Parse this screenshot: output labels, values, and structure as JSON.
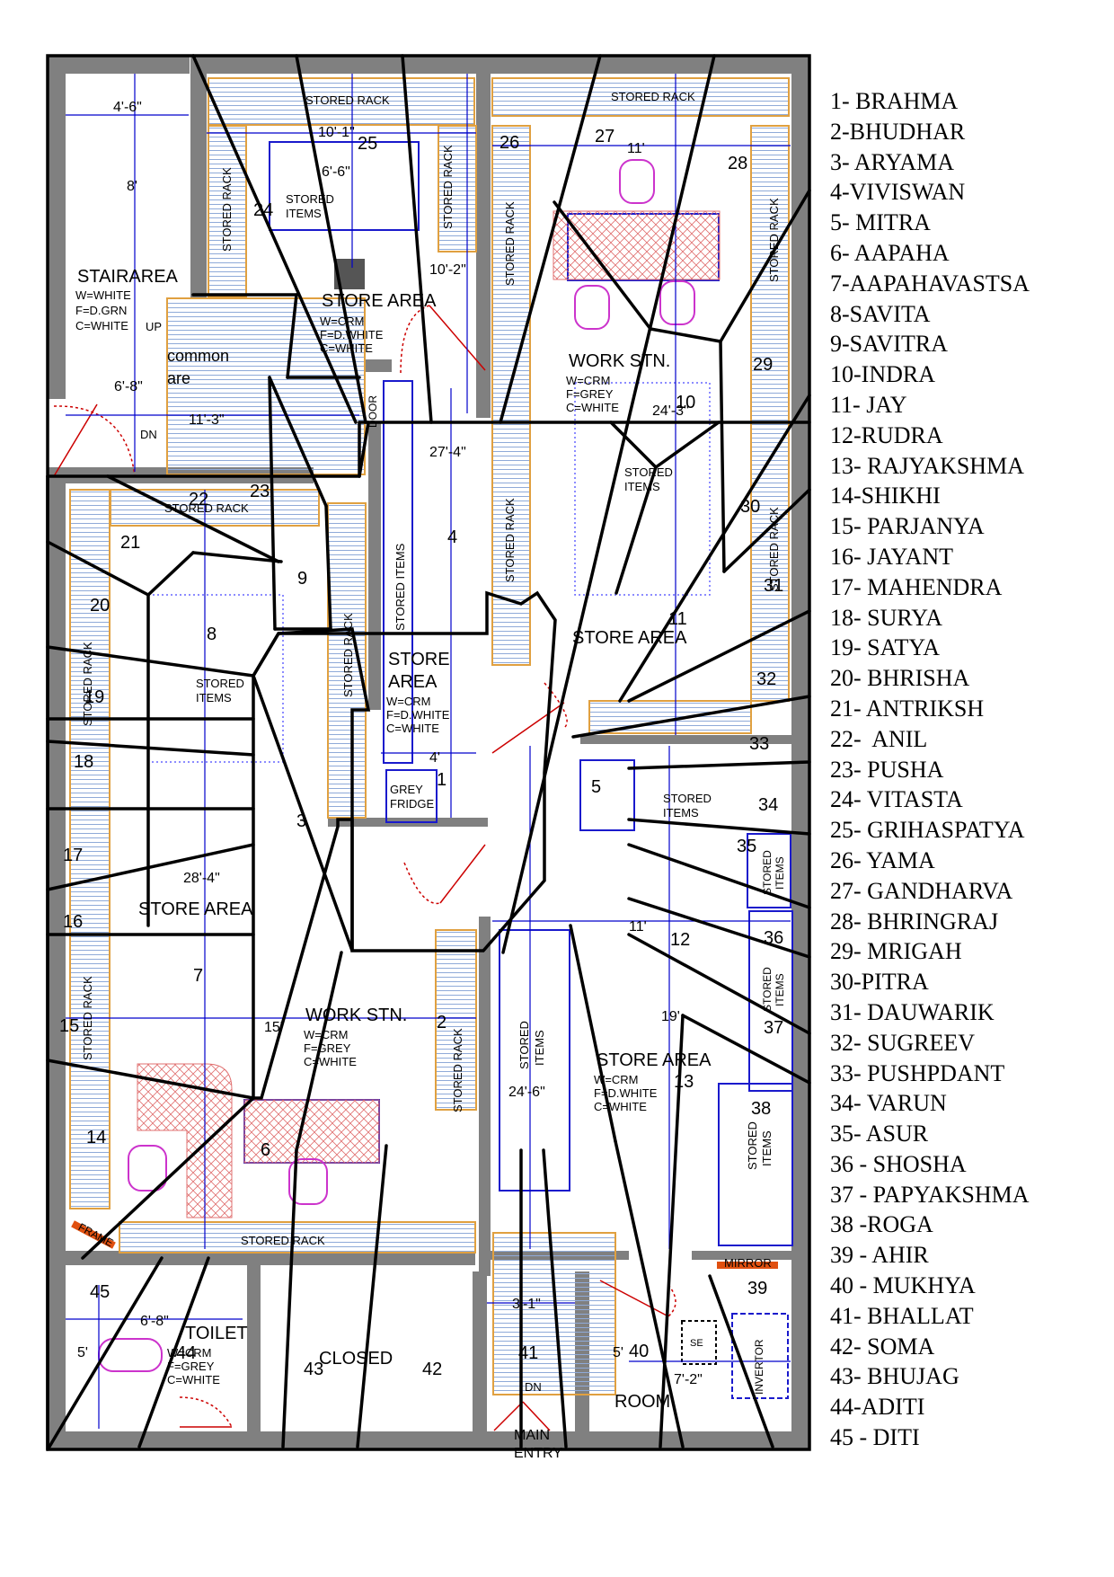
{
  "rooms": {
    "stair_area": "STAIRAREA",
    "stair_finish": [
      "W=WHITE",
      "F=D.GRN",
      "C=WHITE"
    ],
    "common_area": [
      "common",
      "are"
    ],
    "up": "UP",
    "dn": "DN",
    "store_area": "STORE AREA",
    "store_area_split": [
      "STORE",
      "AREA"
    ],
    "work_stn": "WORK STN.",
    "finish_crm_dwhite": [
      "W=CRM",
      "F=D.WHITE",
      "C=WHITE"
    ],
    "finish_crm_grey": [
      "W=CRM",
      "F=GREY",
      "C=WHITE"
    ],
    "stored_rack": "STORED RACK",
    "stored_items": "STORED ITEMS",
    "stored_items_split": [
      "STORED",
      "ITEMS"
    ],
    "grey_fridge": [
      "GREY",
      "FRIDGE"
    ],
    "toilet": "TOILET",
    "closed": "CLOSED",
    "room": "ROOM",
    "main_entry": [
      "MAIN",
      "ENTRY"
    ],
    "frame": "FRAME",
    "mirror": "MIRROR",
    "door": "DOOR",
    "se": "SE",
    "invertor": "INVERTOR"
  },
  "dimensions": {
    "stair_w": "4'-6\"",
    "stair_h": "8'",
    "store_top_w": "10'-1\"",
    "store_box_w": "6'-6\"",
    "store_top_h": "10'-2\"",
    "common_w": "11'-3\"",
    "common_h": "6'-8\"",
    "work_top_w": "11'",
    "work_top_h": "24'-3\"",
    "corridor_h": "27'-4\"",
    "corridor_w": "4'",
    "left_h": "28'-4\"",
    "work_bottom_w": "15'",
    "mid_w": "11'",
    "mid_h": "19'",
    "mid_items_h": "24'-6\"",
    "toilet_w": "6'-8\"",
    "toilet_h": "5'",
    "stair2_w": "3'-1\"",
    "room_w": "7'-2\"",
    "room_h": "5'"
  },
  "zone_numbers": [
    "1",
    "2",
    "3",
    "4",
    "5",
    "6",
    "7",
    "8",
    "9",
    "10",
    "11",
    "12",
    "13",
    "14",
    "15",
    "16",
    "17",
    "18",
    "19",
    "20",
    "21",
    "22",
    "23",
    "24",
    "25",
    "26",
    "27",
    "28",
    "29",
    "30",
    "31",
    "32",
    "33",
    "34",
    "35",
    "36",
    "37",
    "38",
    "39",
    "40",
    "41",
    "42",
    "43",
    "44",
    "45"
  ],
  "legend": [
    "1- BRAHMA",
    "2-BHUDHAR",
    "3- ARYAMA",
    "4-VIVISWAN",
    "5- MITRA",
    "6- AAPAHA",
    "7-AAPAHAVASTSA",
    "8-SAVITA",
    "9-SAVITRA",
    "10-INDRA",
    "11- JAY",
    "12-RUDRA",
    "13- RAJYAKSHMA",
    "14-SHIKHI",
    "15- PARJANYA",
    "16- JAYANT",
    "17- MAHENDRA",
    "18- SURYA",
    "19- SATYA",
    "20- BHRISHA",
    "21- ANTRIKSH",
    "22-  ANIL",
    "23- PUSHA",
    "24- VITASTA",
    "25- GRIHASPATYA",
    "26- YAMA",
    "27- GANDHARVA",
    "28- BHRINGRAJ",
    "29- MRIGAH",
    "30-PITRA",
    "31- DAUWARIK",
    "32- SUGREEV",
    "33- PUSHPDANT",
    "34- VARUN",
    "35- ASUR",
    "36 - SHOSHA",
    "37 - PAPYAKSHMA",
    "38 -ROGA",
    "39 - AHIR",
    "40 - MUKHYA",
    "41- BHALLAT",
    "42- SOMA",
    "43- BHUJAG",
    "44-ADITI",
    "45 - DITI"
  ],
  "colors": {
    "wall": "#808080",
    "zone_line": "#000000",
    "dim_line": "#0000cc",
    "rack_line": "#8faad8",
    "rack_border": "#e0a040",
    "furniture": "#cc33cc",
    "hatch": "#e07070",
    "door": "#cc0000",
    "accent_orange": "#e05010"
  }
}
